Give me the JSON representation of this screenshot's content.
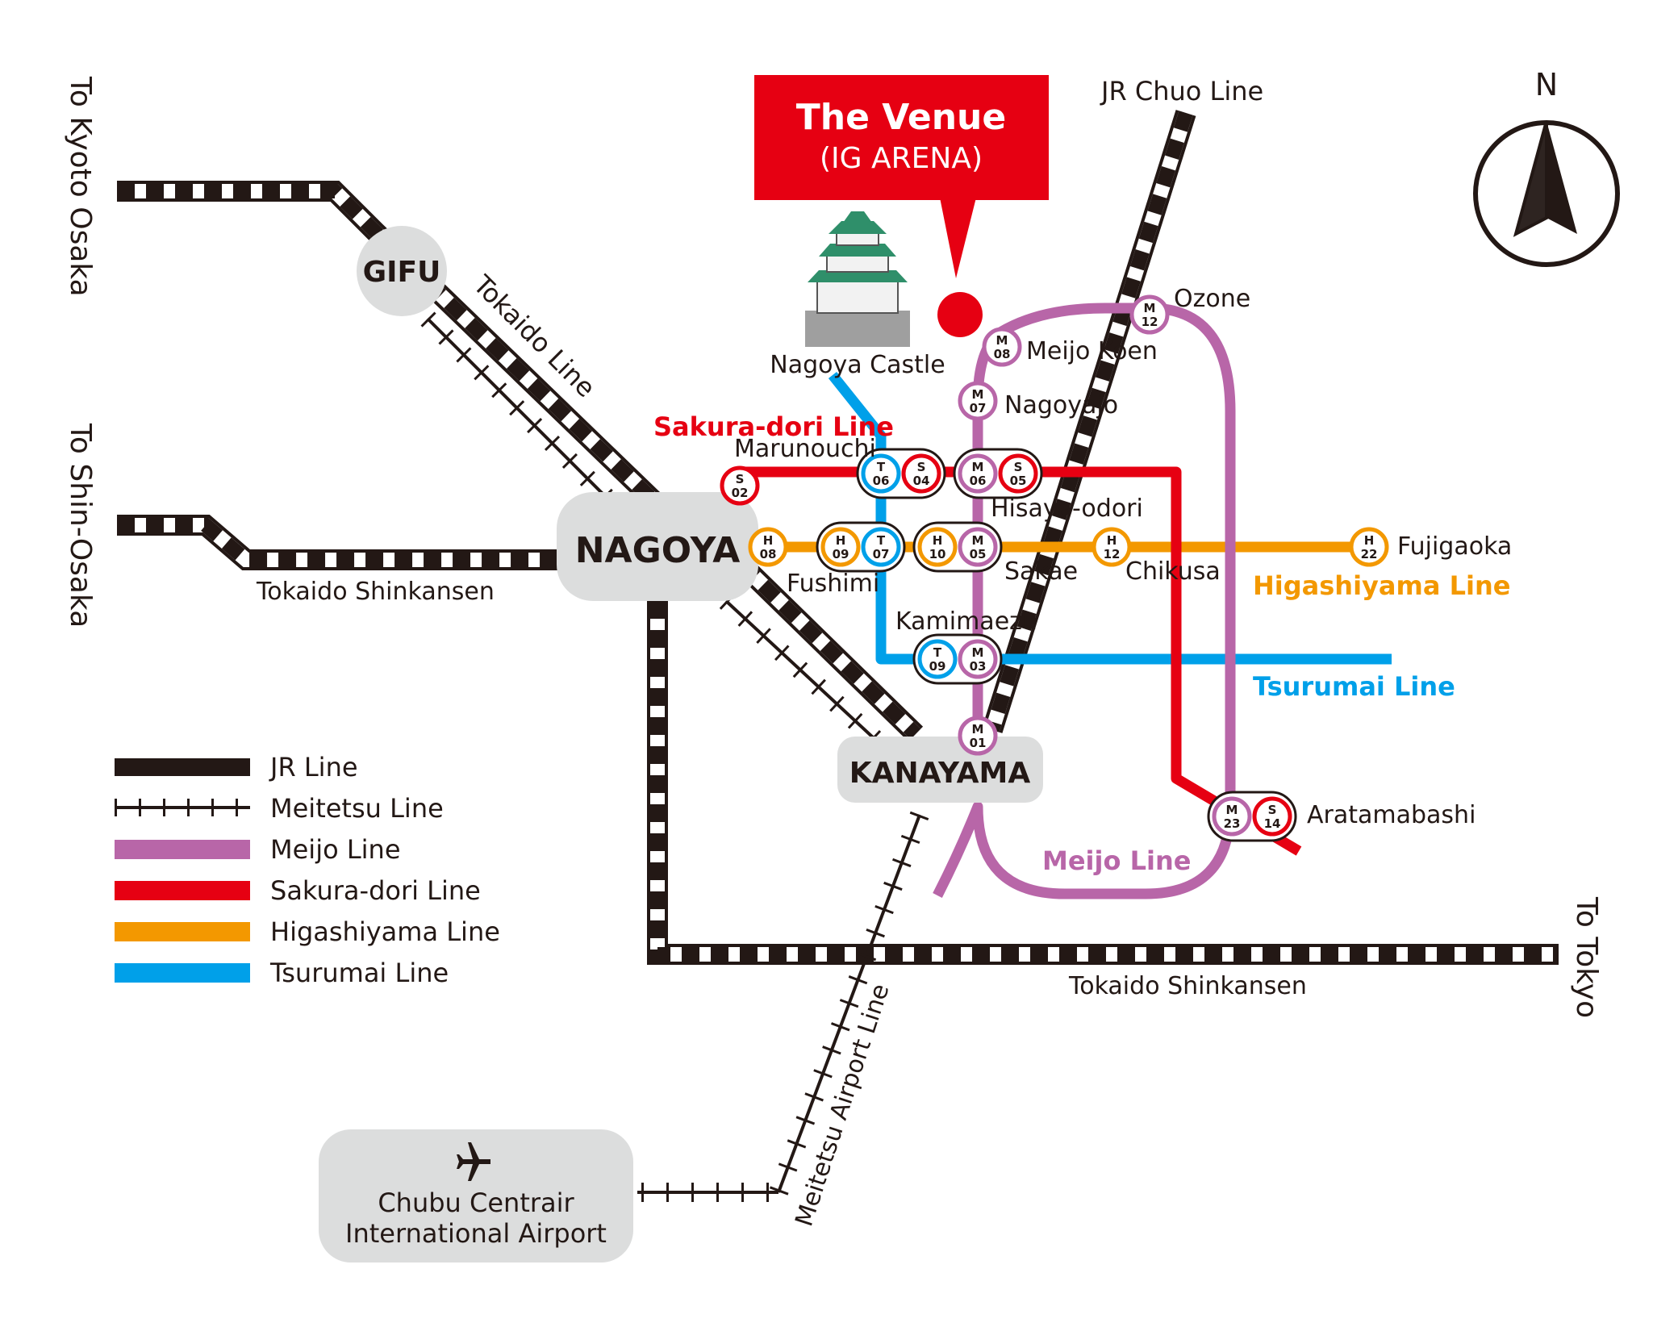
{
  "venue": {
    "title": "The Venue",
    "subtitle": "(IG ARENA)"
  },
  "compass": {
    "north": "N"
  },
  "directions": {
    "kyoto_osaka": "To Kyoto Osaka",
    "shin_osaka": "To Shin-Osaka",
    "tokyo": "To Tokyo"
  },
  "hubs": {
    "gifu": "GIFU",
    "nagoya": "NAGOYA",
    "kanayama": "KANAYAMA"
  },
  "airport": {
    "line1": "Chubu Centrair",
    "line2": "International Airport"
  },
  "line_labels": {
    "jr_chuo": "JR Chuo Line",
    "tokaido_line": "Tokaido Line",
    "tokaido_shinkansen_west": "Tokaido Shinkansen",
    "tokaido_shinkansen_south": "Tokaido Shinkansen",
    "sakura_dori": "Sakura-dori Line",
    "higashiyama": "Higashiyama Line",
    "tsurumai": "Tsurumai Line",
    "meijo": "Meijo Line",
    "meitetsu_airport": "Meitetsu Airport Line"
  },
  "landmarks": {
    "castle": "Nagoya Castle"
  },
  "stations": {
    "ozone": "Ozone",
    "meijo_koen": "Meijo Koen",
    "nagoyajo": "Nagoyajo",
    "marunouchi": "Marunouchi",
    "hisaya_odori": "Hisaya-odori",
    "fushimi": "Fushimi",
    "sakae": "Sakae",
    "chikusa": "Chikusa",
    "fujigaoka": "Fujigaoka",
    "kamimaezu": "Kamimaezu",
    "aratamabashi": "Aratamabashi"
  },
  "station_codes": {
    "m12": [
      "M",
      "12"
    ],
    "m08": [
      "M",
      "08"
    ],
    "m07": [
      "M",
      "07"
    ],
    "s02": [
      "S",
      "02"
    ],
    "t06": [
      "T",
      "06"
    ],
    "s04": [
      "S",
      "04"
    ],
    "m06": [
      "M",
      "06"
    ],
    "s05": [
      "S",
      "05"
    ],
    "h08": [
      "H",
      "08"
    ],
    "h09": [
      "H",
      "09"
    ],
    "t07": [
      "T",
      "07"
    ],
    "h10": [
      "H",
      "10"
    ],
    "m05": [
      "M",
      "05"
    ],
    "h12": [
      "H",
      "12"
    ],
    "h22": [
      "H",
      "22"
    ],
    "t09": [
      "T",
      "09"
    ],
    "m03": [
      "M",
      "03"
    ],
    "m01": [
      "M",
      "01"
    ],
    "m23": [
      "M",
      "23"
    ],
    "s14": [
      "S",
      "14"
    ]
  },
  "legend": [
    {
      "label": "JR Line",
      "icon": "jr-line-swatch"
    },
    {
      "label": "Meitetsu Line",
      "icon": "meitetsu-line-swatch"
    },
    {
      "label": "Meijo Line",
      "color": "#b866a8"
    },
    {
      "label": "Sakura-dori Line",
      "color": "#e60012"
    },
    {
      "label": "Higashiyama Line",
      "color": "#f39800"
    },
    {
      "label": "Tsurumai Line",
      "color": "#00a0e9"
    }
  ],
  "colors": {
    "meijo": "#b866a8",
    "sakura": "#e60012",
    "higashiyama": "#f39800",
    "tsurumai": "#00a0e9",
    "jr": "#231815",
    "hub": "#dcdddd"
  }
}
